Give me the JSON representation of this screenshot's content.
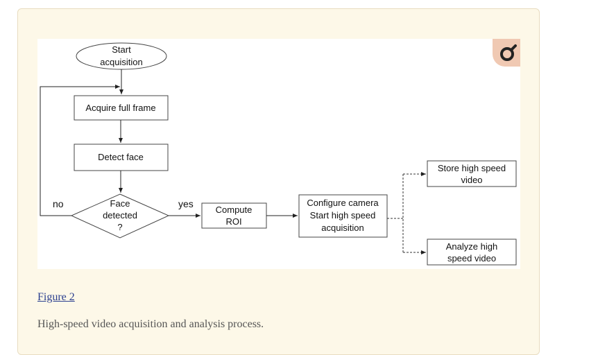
{
  "figure": {
    "link_label": "Figure 2",
    "caption": "High-speed video acquisition and analysis process.",
    "zoom_icon": "magnifier-icon",
    "nodes": {
      "start": [
        "Start",
        "acquisition"
      ],
      "acquire": [
        "Acquire full frame"
      ],
      "detect": [
        "Detect face"
      ],
      "decision": [
        "Face",
        "detected",
        "?"
      ],
      "compute": [
        "Compute",
        "ROI"
      ],
      "configure": [
        "Configure camera",
        "Start high speed",
        "acquisition"
      ],
      "store": [
        "Store high speed",
        "video"
      ],
      "analyze": [
        "Analyze high",
        "speed video"
      ]
    },
    "edges": {
      "no_label": "no",
      "yes_label": "yes"
    }
  },
  "colors": {
    "card_bg": "#fdf8e8",
    "link": "#2b3f8f",
    "caption": "#555555",
    "badge": "#f0c9b3"
  }
}
